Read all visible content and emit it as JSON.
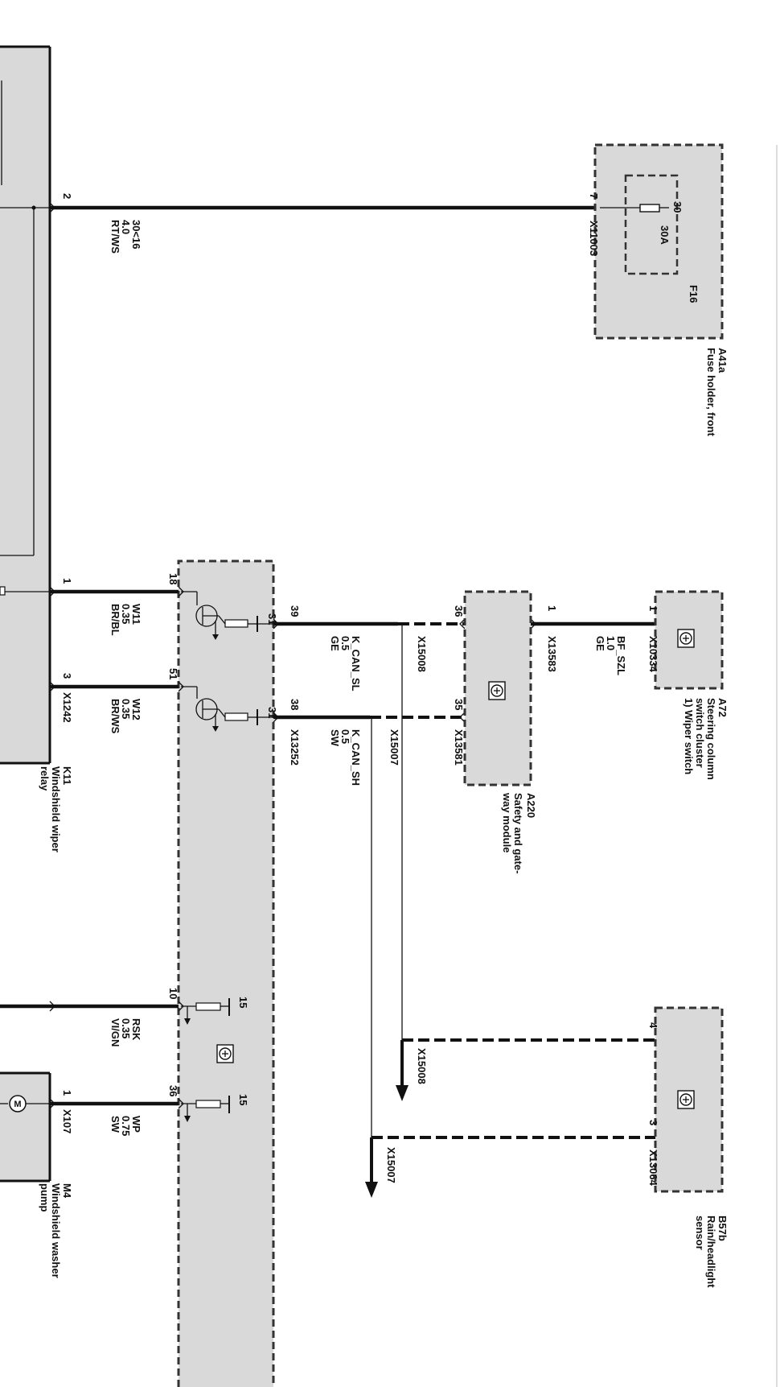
{
  "components": {
    "k11": {
      "id": "K11",
      "name": "Windshield wiper relay",
      "name_l1": "Windshield wiper",
      "name_l2": "relay",
      "connector": "X1242"
    },
    "a41a": {
      "id": "A41a",
      "name": "Fuse holder, front",
      "fuse": "F16",
      "fuse_rating": "30A",
      "fuse_terminal": "30",
      "connector": "X11003",
      "pin": "7"
    },
    "a72": {
      "id": "A72",
      "name_l1": "Steering column",
      "name_l2": "switch cluster",
      "name_l3": "1) Wiper switch",
      "connector": "X10334",
      "pin": "1"
    },
    "a220": {
      "id": "A220",
      "name_l1": "Safety and gate-",
      "name_l2": "way module",
      "connector_a": "X13583",
      "connector_b": "X13581",
      "pin_a": "1",
      "pin_b1": "36",
      "pin_b2": "35"
    },
    "b57b": {
      "id": "B57b",
      "name_l1": "Rain/headlight",
      "name_l2": "sensor",
      "connector": "X13064",
      "pin_4": "4",
      "pin_3": "3"
    },
    "m4": {
      "id": "M4",
      "name_l1": "Windshield washer",
      "name_l2": "pump",
      "connector": "X107",
      "pin": "1",
      "motor_symbol": "M"
    },
    "module": {
      "connector": "X13252",
      "pins": [
        "18",
        "51",
        "39",
        "38",
        "10",
        "36"
      ],
      "ground": "31",
      "term15": "15"
    }
  },
  "wires": {
    "main": {
      "pin": "2",
      "label": "30<16",
      "size": "4.0",
      "color": "RT/WS"
    },
    "w11": {
      "pin": "1",
      "label": "W11",
      "size": "0.35",
      "color": "BR/BL"
    },
    "w12": {
      "pin": "3",
      "label": "W12",
      "size": "0.35",
      "color": "BR/WS"
    },
    "can_sl": {
      "label": "K_CAN_SL",
      "size": "0.5",
      "color": "GE",
      "splice": "X15008"
    },
    "can_sh": {
      "label": "K_CAN_SH",
      "size": "0.5",
      "color": "SW",
      "splice": "X15007"
    },
    "bf_szl": {
      "label": "BF_SZL",
      "size": "1.0",
      "color": "GE"
    },
    "rsk": {
      "label": "RSK",
      "size": "0.35",
      "color": "VI/GN"
    },
    "wp": {
      "label": "WP",
      "size": "0.75",
      "color": "SW"
    }
  },
  "continuations": {
    "x15008": "X15008",
    "x15007": "X15007"
  }
}
